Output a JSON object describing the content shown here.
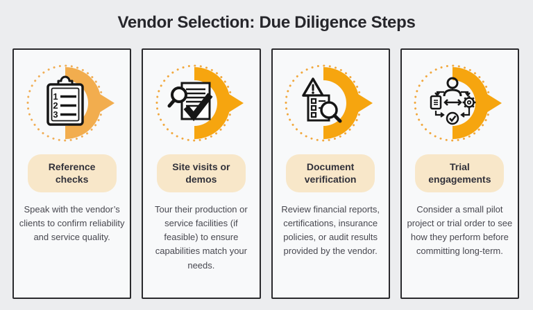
{
  "page": {
    "title": "Vendor Selection: Due Diligence Steps",
    "background_color": "#ECEDEF"
  },
  "theme": {
    "card_background": "#F8F9FA",
    "card_border_color": "#29292C",
    "pill_background": "#F8E7C9",
    "title_color": "#26262B",
    "label_color": "#31313A",
    "description_color": "#47474F",
    "icon_line_color": "#161616"
  },
  "cards": [
    {
      "id": "reference-checks",
      "icon": "clipboard-numbered-list-icon",
      "arc_color": "#F2AD4E",
      "dot_color": "#F0AE56",
      "label": "Reference checks",
      "description": "Speak with the vendor’s clients to confirm reliability and service quality."
    },
    {
      "id": "site-visits-or-demos",
      "icon": "document-magnifier-check-icon",
      "arc_color": "#F6A50F",
      "dot_color": "#F1A83E",
      "label": "Site visits or demos",
      "description": "Tour their production or service facilities (if feasible) to ensure capabilities match your needs."
    },
    {
      "id": "document-verification",
      "icon": "document-warning-magnifier-icon",
      "arc_color": "#F6A50F",
      "dot_color": "#F1A83E",
      "label": "Document verification",
      "description": "Review financial reports, certifications, insurance policies, or audit results provided by the vendor."
    },
    {
      "id": "trial-engagements",
      "icon": "person-workflow-process-icon",
      "arc_color": "#F6A50F",
      "dot_color": "#F1A83E",
      "label": "Trial engagements",
      "description": "Consider a small pilot project or trial order to see how they perform before committing long-term."
    }
  ]
}
